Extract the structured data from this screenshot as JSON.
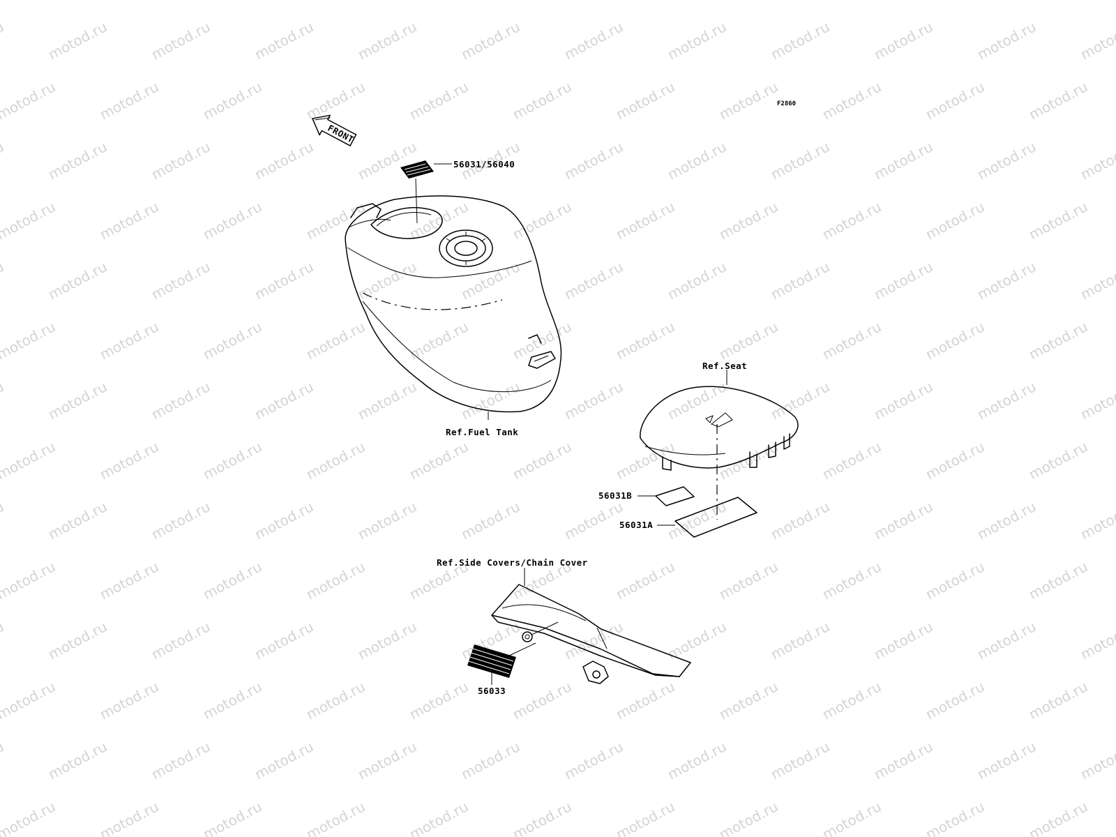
{
  "watermark": {
    "text": "motod.ru"
  },
  "figure_code": "F2860",
  "front_arrow": {
    "label": "FRONT"
  },
  "parts": [
    {
      "id": "tank-label",
      "label": "56031/56040"
    },
    {
      "id": "fuel-tank",
      "label": "Ref.Fuel Tank"
    },
    {
      "id": "seat",
      "label": "Ref.Seat"
    },
    {
      "id": "seat-label-b",
      "label": "56031B"
    },
    {
      "id": "seat-label-a",
      "label": "56031A"
    },
    {
      "id": "chain-cover",
      "label": "Ref.Side Covers/Chain Cover"
    },
    {
      "id": "chain-cover-label",
      "label": "56033"
    }
  ],
  "colors": {
    "line": "#000000",
    "watermark": "#d4d4d4",
    "background": "#ffffff"
  }
}
